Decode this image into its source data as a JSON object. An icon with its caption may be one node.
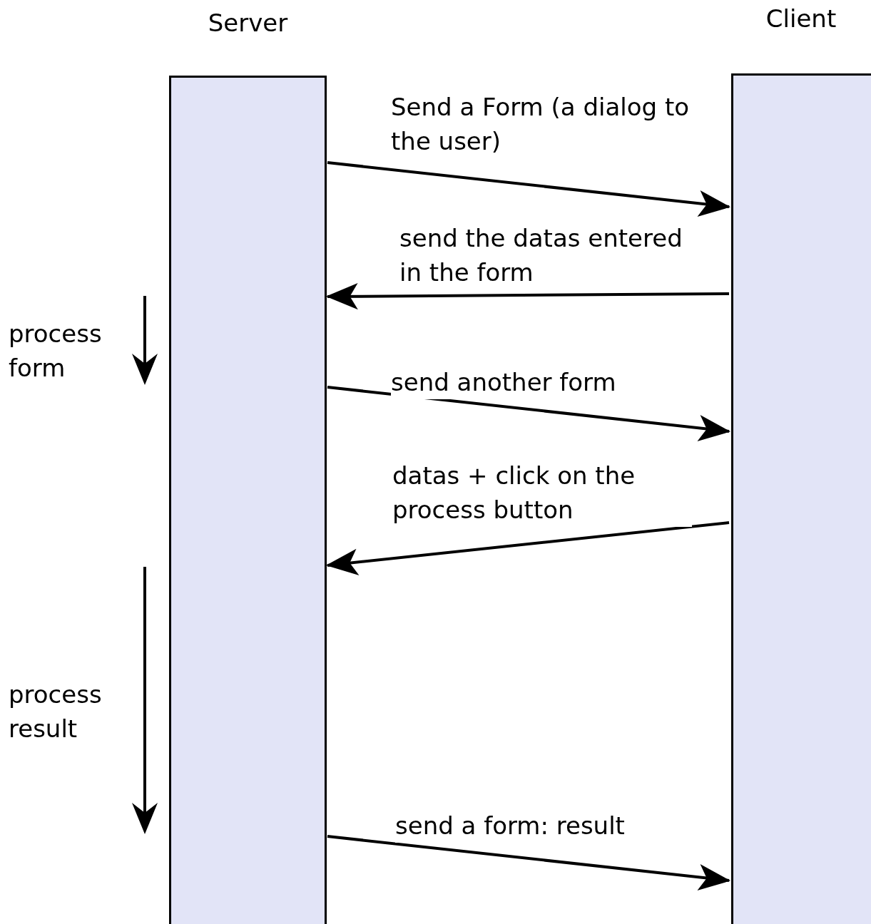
{
  "diagram": {
    "nodes": [
      {
        "text": [
          "Server"
        ]
      },
      {
        "text": [
          "Client"
        ]
      }
    ],
    "edges": [
      {
        "from": 0,
        "to": 1,
        "arrow": "to",
        "label": "Send a Form (a dialog to the user)"
      },
      {
        "from": 1,
        "to": 0,
        "arrow": "to",
        "label": "send the datas entered in the form"
      },
      {
        "from": 0,
        "to": 1,
        "arrow": "to",
        "label": "send another form"
      },
      {
        "from": 1,
        "to": 0,
        "arrow": "to",
        "label": "datas + click on the process button"
      },
      {
        "from": 0,
        "to": 1,
        "arrow": "to",
        "label": "send a form: result"
      }
    ],
    "labels": [
      "process form",
      "process result"
    ]
  }
}
